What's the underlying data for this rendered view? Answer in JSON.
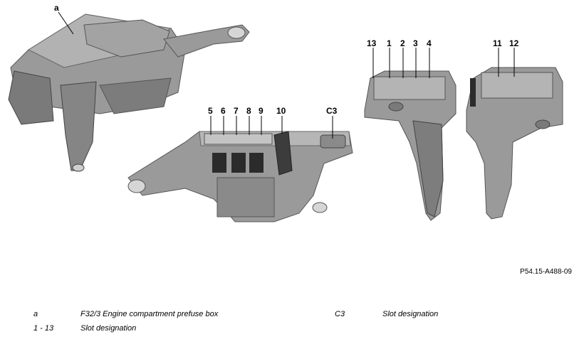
{
  "callouts": {
    "a": "a",
    "s1": "1",
    "s2": "2",
    "s3": "3",
    "s4": "4",
    "s5": "5",
    "s6": "6",
    "s7": "7",
    "s8": "8",
    "s9": "9",
    "s10": "10",
    "s11": "11",
    "s12": "12",
    "s13": "13",
    "c3": "C3"
  },
  "figure_ref": "P54.15-A488-09",
  "legend": {
    "a_key": "a",
    "a_text": "F32/3 Engine compartment prefuse box",
    "range_key": "1 - 13",
    "range_text": "Slot designation",
    "c3_key": "C3",
    "c3_text": "Slot designation"
  },
  "colors": {
    "body": "#8d8d8d",
    "body_light": "#a7a7a7",
    "body_dark": "#5e5e5e",
    "slot_dark": "#2b2b2b"
  }
}
